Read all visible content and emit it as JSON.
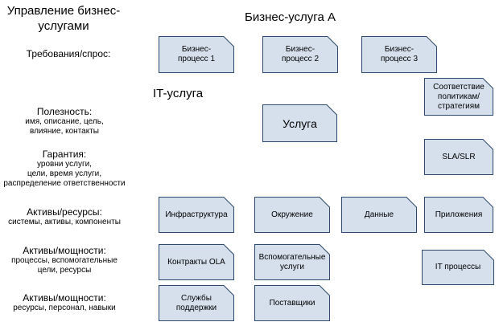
{
  "title": "Управление бизнес-\nуслугами",
  "business_service": "Бизнес-услуга А",
  "it_service": "IT-услуга",
  "rows": {
    "requirements": {
      "head": "Требования/спрос:"
    },
    "utility": {
      "head": "Полезность:",
      "lines": [
        "имя, описание, цель,",
        "влияние, контакты"
      ]
    },
    "warranty": {
      "head": "Гарантия:",
      "lines": [
        "уровни услуги,",
        "цели, время услуги,",
        "распределение ответственности"
      ]
    },
    "assets_resources": {
      "head": "Активы/ресурсы:",
      "lines": [
        "системы, активы, компоненты"
      ]
    },
    "assets_capabilities_1": {
      "head": "Активы/мощности:",
      "lines": [
        "процессы, вспомогательные",
        "цели, ресурсы"
      ]
    },
    "assets_capabilities_2": {
      "head": "Активы/мощности:",
      "lines": [
        "ресурсы, персонал, навыки"
      ]
    }
  },
  "boxes": {
    "bp1": "Бизнес-\nпроцесс 1",
    "bp2": "Бизнес-\nпроцесс 2",
    "bp3": "Бизнес-\nпроцесс 3",
    "policy": "Соответствие\nполитикам/\nстратегиям",
    "service": "Услуга",
    "sla": "SLA/SLR",
    "infra": "Инфраструктура",
    "environment": "Окружение",
    "data": "Данные",
    "apps": "Приложения",
    "ola": "Контракты OLA",
    "support_services": "Вспомогательные\nуслуги",
    "it_processes": "IT процессы",
    "support": "Службы\nподдержки",
    "suppliers": "Поставщики"
  },
  "colors": {
    "box_fill": "#d6e0ec",
    "box_stroke": "#2e4a6b"
  }
}
